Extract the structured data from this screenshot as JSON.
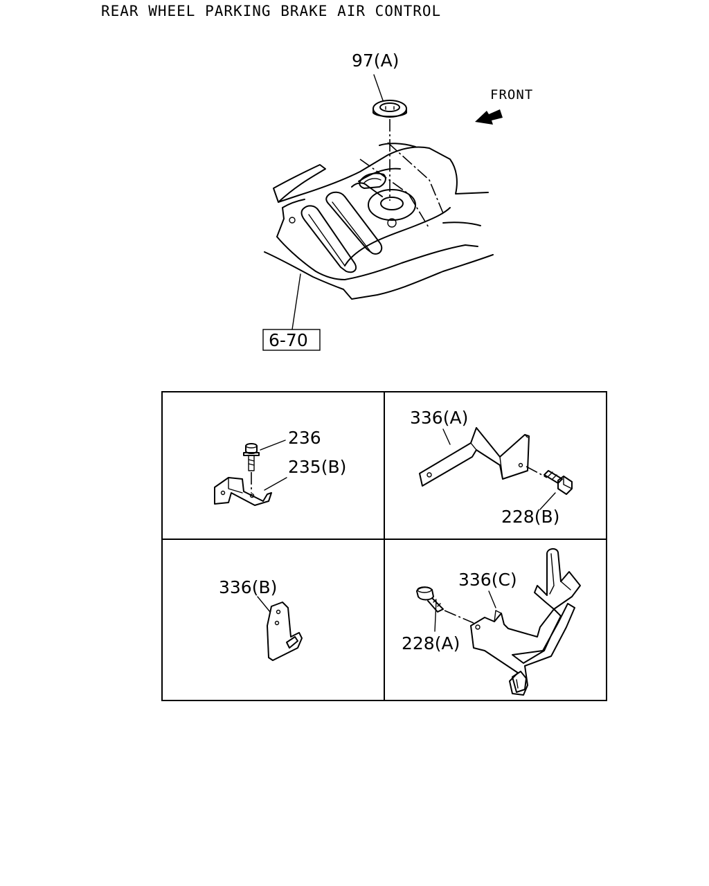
{
  "title": "REAR WHEEL PARKING BRAKE AIR CONTROL",
  "main_view": {
    "front_label": "FRONT",
    "callout_grommet": "97(A)",
    "ref_box": "6-70"
  },
  "panels": {
    "top_left": {
      "bolt": "236",
      "bracket": "235(B)"
    },
    "top_right": {
      "bracket": "336(A)",
      "bolt": "228(B)"
    },
    "bottom_left": {
      "bracket": "336(B)"
    },
    "bottom_right": {
      "bracket": "336(C)",
      "bolt": "228(A)"
    }
  }
}
